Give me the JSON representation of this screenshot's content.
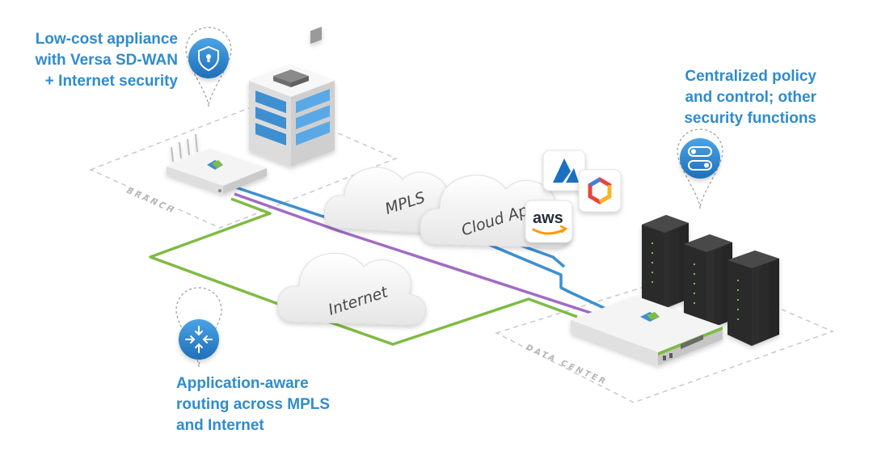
{
  "callouts": {
    "branch": [
      "Low-cost appliance",
      "with Versa SD-WAN",
      "+ Internet security"
    ],
    "central": [
      "Centralized policy",
      "and control; other",
      "security functions"
    ],
    "routing": [
      "Application-aware",
      "routing across MPLS",
      "and Internet"
    ]
  },
  "clouds": {
    "mpls": "MPLS",
    "cloud_apps": "Cloud Apps",
    "internet": "Internet"
  },
  "zones": {
    "branch": "BRANCH",
    "data_center": "DATA CENTER"
  },
  "cloud_providers": {
    "aws": "aws",
    "azure": "azure-logo",
    "gcp": "google-cloud-logo"
  },
  "icons": {
    "branch_pin": "shield-lock-icon",
    "central_pin": "toggle-switches-icon",
    "routing_pin": "routing-arrows-icon"
  },
  "colors": {
    "mpls_link": "#3d8fd1",
    "internet_link": "#7fbb44",
    "secure_link": "#a06cc5",
    "accent": "#2e8ccf"
  }
}
